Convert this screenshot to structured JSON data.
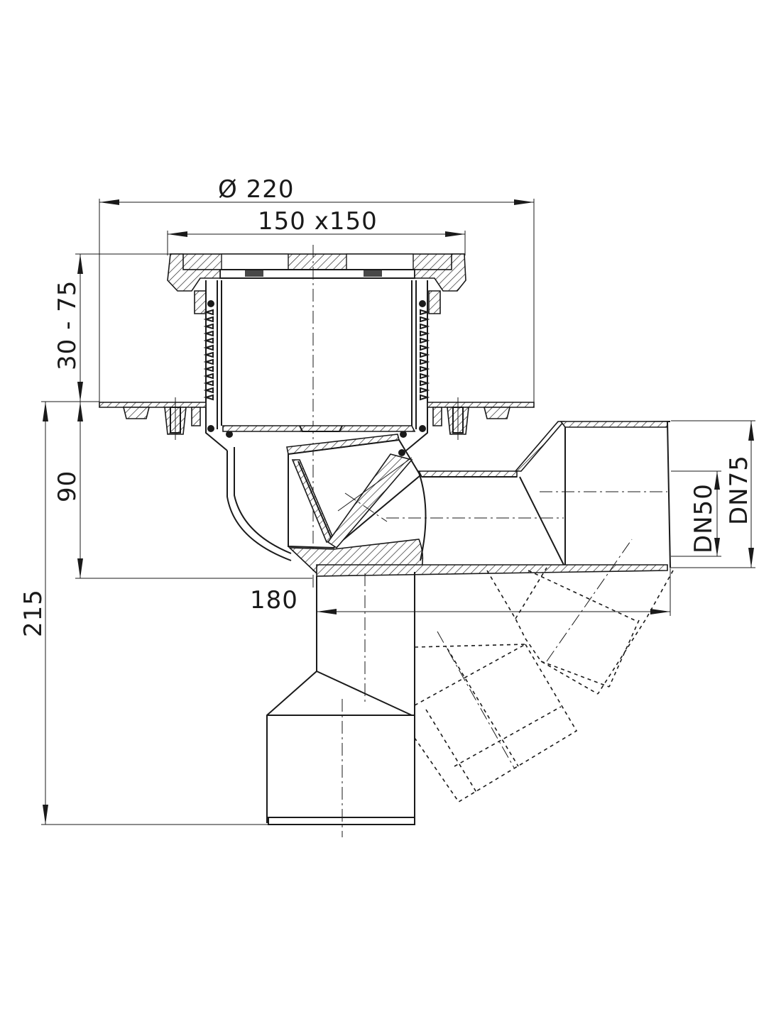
{
  "dimensions": {
    "overall_diameter": "Ø 220",
    "grate_size": "150 x150",
    "height_adjustment": "30 - 75",
    "body_height": "90",
    "total_height": "215",
    "outlet_offset": "180",
    "outlet_dn50": "DN50",
    "outlet_dn75": "DN75"
  }
}
